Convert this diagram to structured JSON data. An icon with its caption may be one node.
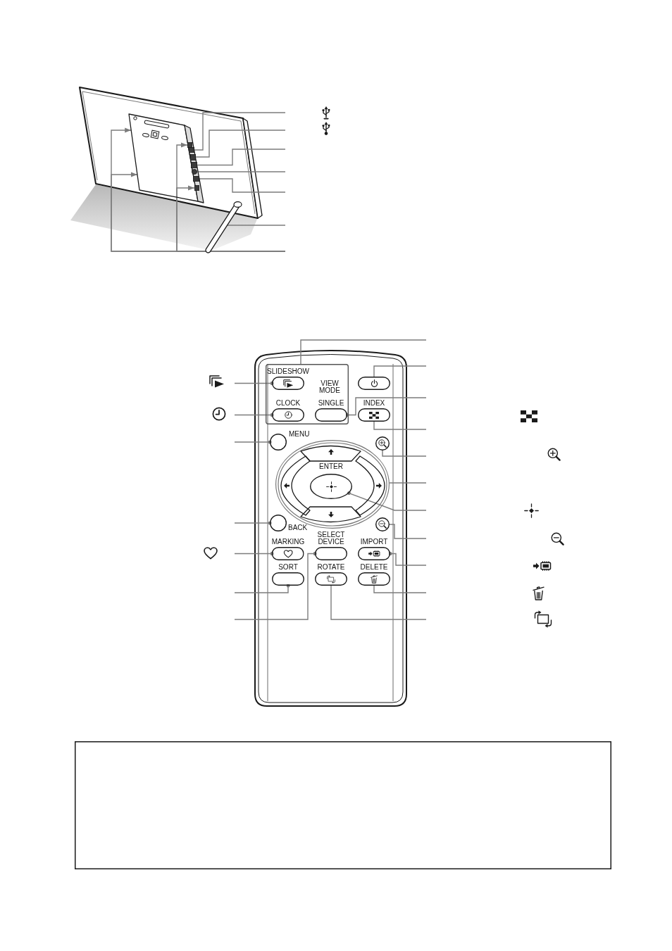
{
  "diagram": {
    "nodes": [
      {
        "text": [],
        "shape": "box"
      },
      {
        "text": [],
        "shape": "box",
        "in": 0
      },
      {
        "text": [],
        "shape": "box",
        "in": 0
      },
      {
        "text": [],
        "shape": "box",
        "in": 0
      },
      {
        "text": [],
        "shape": "box",
        "in": 0
      },
      {
        "text": [],
        "shape": "circle",
        "in": 0
      },
      {
        "text": [],
        "shape": "box",
        "in": 0
      },
      {
        "text": [],
        "shape": "box",
        "in": 0
      },
      {
        "text": [],
        "shape": "bar"
      },
      {
        "text": [
          "VIEW MODE"
        ]
      },
      {
        "text": [
          "SLIDESHOW"
        ],
        "in": 9
      },
      {
        "text": [
          "CLOCK"
        ],
        "in": 9
      },
      {
        "text": [
          "SINGLE"
        ],
        "in": 9
      },
      {
        "text": [],
        "shape": "box"
      },
      {
        "text": [
          "INDEX"
        ]
      },
      {
        "text": [
          "MENU"
        ]
      },
      {
        "text": [],
        "shape": "circle"
      },
      {
        "text": [],
        "shape": "circle"
      },
      {
        "text": [],
        "shape": "box",
        "in": 17
      },
      {
        "text": [
          "ENTER"
        ],
        "in": 17
      },
      {
        "text": [],
        "shape": "box",
        "in": 17
      },
      {
        "text": [],
        "shape": "box",
        "in": 17
      },
      {
        "text": [],
        "shape": "box",
        "in": 17
      },
      {
        "text": [
          "BACK"
        ]
      },
      {
        "text": [],
        "shape": "circle"
      },
      {
        "text": [
          "MARKING"
        ]
      },
      {
        "text": [
          "SELECT DEVICE"
        ]
      },
      {
        "text": [
          "IMPORT"
        ]
      },
      {
        "text": [
          "SORT"
        ]
      },
      {
        "text": [
          "ROTATE"
        ]
      },
      {
        "text": [
          "DELETE"
        ]
      },
      {
        "text": [],
        "shape": "box"
      }
    ],
    "edges": [
      {
        "from": null,
        "to": 2,
        "arrow": "none"
      },
      {
        "from": null,
        "to": 3,
        "arrow": "none"
      },
      {
        "from": null,
        "to": 4,
        "arrow": "none"
      },
      {
        "from": null,
        "to": 5,
        "arrow": "none"
      },
      {
        "from": null,
        "to": 6,
        "arrow": "none"
      },
      {
        "from": null,
        "to": 8,
        "arrow": "none"
      },
      {
        "from": null,
        "to": 0,
        "arrow": "to"
      },
      {
        "from": null,
        "to": 0,
        "arrow": "to"
      },
      {
        "from": null,
        "to": 1,
        "arrow": "to"
      },
      {
        "from": null,
        "to": 7,
        "arrow": "to"
      },
      {
        "from": null,
        "to": 9,
        "arrow": "none"
      },
      {
        "from": null,
        "to": 13,
        "arrow": "none"
      },
      {
        "from": null,
        "to": 12,
        "arrow": "other"
      },
      {
        "from": null,
        "to": 14,
        "arrow": "none"
      },
      {
        "from": null,
        "to": 16,
        "arrow": "none"
      },
      {
        "from": null,
        "to": 17,
        "arrow": "none"
      },
      {
        "from": null,
        "to": 19,
        "arrow": "other"
      },
      {
        "from": null,
        "to": 24,
        "arrow": "none"
      },
      {
        "from": null,
        "to": 27,
        "arrow": "other"
      },
      {
        "from": null,
        "to": 30,
        "arrow": "none"
      },
      {
        "from": null,
        "to": 29,
        "arrow": "none"
      },
      {
        "from": null,
        "to": 10,
        "arrow": "other"
      },
      {
        "from": null,
        "to": 11,
        "arrow": "other"
      },
      {
        "from": null,
        "to": 15,
        "arrow": "other"
      },
      {
        "from": null,
        "to": 23,
        "arrow": "other"
      },
      {
        "from": null,
        "to": 25,
        "arrow": "other"
      },
      {
        "from": null,
        "to": 28,
        "arrow": "other"
      },
      {
        "from": null,
        "to": 26,
        "arrow": "other"
      }
    ]
  }
}
